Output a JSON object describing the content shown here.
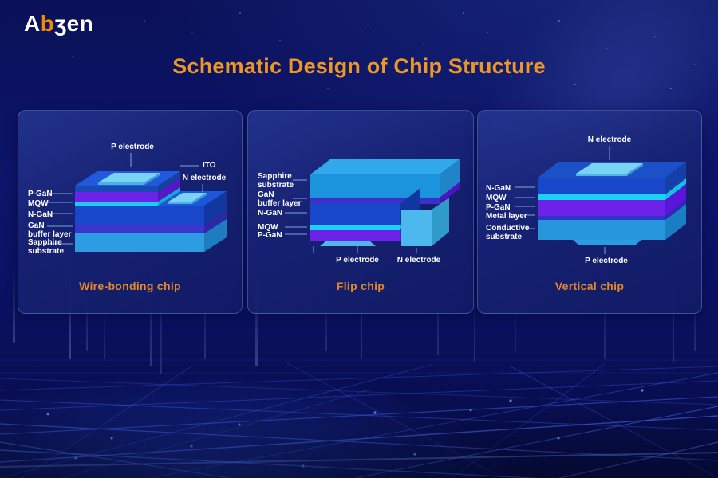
{
  "logo": {
    "part1": "A",
    "part2": "b",
    "part3": "ʒen"
  },
  "title": "Schematic Design of Chip Structure",
  "colors": {
    "accent_orange_title": "#ed9726",
    "accent_orange_caption": "#e2872a",
    "logo_orange": "#f08a00",
    "leader_line": "#86b4e8",
    "layer_purple_pgan": "#6c22e9",
    "layer_cyan_mqw": "#18cdf2",
    "layer_blue_ngan": "#1847c9",
    "layer_indigo_buffer": "#3a35cc",
    "layer_lightblue_sapphire": "#2e9ce2",
    "electrode_pad": "#7bd3f4",
    "card_background": "#1b2672"
  },
  "panels": [
    {
      "caption": "Wire-bonding chip",
      "labels": {
        "p_electrode": "P electrode",
        "ito": "ITO",
        "n_electrode": "N electrode",
        "p_gan": "P-GaN",
        "mqw": "MQW",
        "n_gan": "N-GaN",
        "gan_buffer": [
          "GaN",
          "buffer layer"
        ],
        "sapphire": [
          "Sapphire",
          "substrate"
        ]
      }
    },
    {
      "caption": "Flip chip",
      "labels": {
        "sapphire": [
          "Sapphire",
          "substrate"
        ],
        "gan_buffer": [
          "GaN",
          "buffer layer"
        ],
        "n_gan": "N-GaN",
        "mqw": "MQW",
        "p_gan": "P-GaN",
        "p_electrode": "P electrode",
        "n_electrode": "N electrode"
      }
    },
    {
      "caption": "Vertical chip",
      "labels": {
        "n_electrode": "N electrode",
        "n_gan": "N-GaN",
        "mqw": "MQW",
        "p_gan": "P-GaN",
        "metal_layer": "Metal layer",
        "conductive": [
          "Conductive",
          "substrate"
        ],
        "p_electrode": "P electrode"
      }
    }
  ]
}
